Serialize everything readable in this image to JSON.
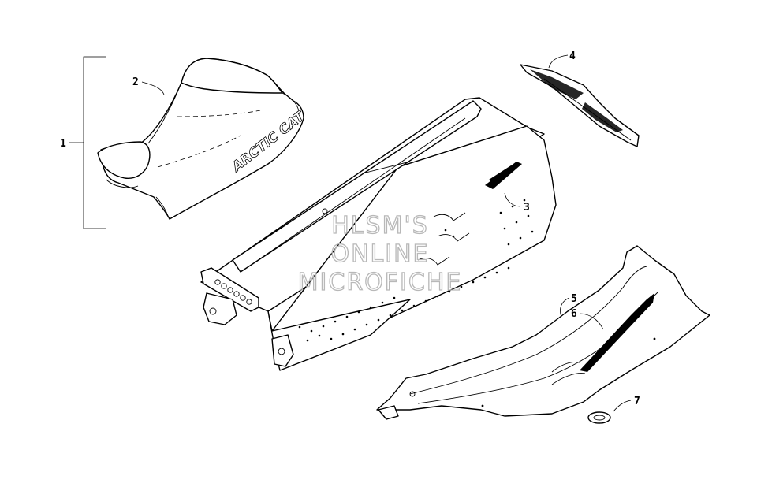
{
  "callouts": [
    {
      "id": "1",
      "label": "1"
    },
    {
      "id": "2",
      "label": "2"
    },
    {
      "id": "3",
      "label": "3"
    },
    {
      "id": "4",
      "label": "4"
    },
    {
      "id": "5",
      "label": "5"
    },
    {
      "id": "6",
      "label": "6"
    },
    {
      "id": "7",
      "label": "7"
    }
  ],
  "seat_logo": "ARCTIC CAT",
  "watermark": {
    "line1": "HLSM'S",
    "line2": "ONLINE",
    "line3": "MICROFICHE"
  }
}
